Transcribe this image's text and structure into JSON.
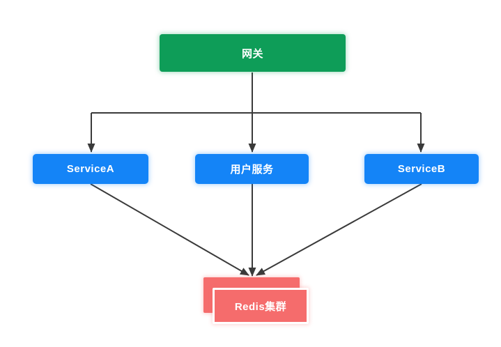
{
  "diagram": {
    "title": "gateway-services-redis-architecture",
    "background_color": "#ffffff",
    "arrow_color": "#3a3a3a",
    "nodes": {
      "gateway": {
        "label": "网关",
        "color": "#0e9d58",
        "text_color": "#ffffff",
        "shape": "rounded-rect"
      },
      "service_a": {
        "label": "ServiceA",
        "color": "#1484f7",
        "text_color": "#ffffff",
        "shape": "rounded-rect"
      },
      "user_service": {
        "label": "用户服务",
        "color": "#1484f7",
        "text_color": "#ffffff",
        "shape": "rounded-rect"
      },
      "service_b": {
        "label": "ServiceB",
        "color": "#1484f7",
        "text_color": "#ffffff",
        "shape": "rounded-rect"
      },
      "redis_cluster": {
        "label": "Redis集群",
        "color": "#f56c6c",
        "text_color": "#ffffff",
        "shape": "stacked-rect",
        "stacked": true
      }
    },
    "edges": [
      {
        "from": "gateway",
        "to": "service_a",
        "style": "orthogonal"
      },
      {
        "from": "gateway",
        "to": "user_service",
        "style": "straight"
      },
      {
        "from": "gateway",
        "to": "service_b",
        "style": "orthogonal"
      },
      {
        "from": "service_a",
        "to": "redis_cluster",
        "style": "straight"
      },
      {
        "from": "user_service",
        "to": "redis_cluster",
        "style": "straight"
      },
      {
        "from": "service_b",
        "to": "redis_cluster",
        "style": "straight"
      }
    ]
  }
}
